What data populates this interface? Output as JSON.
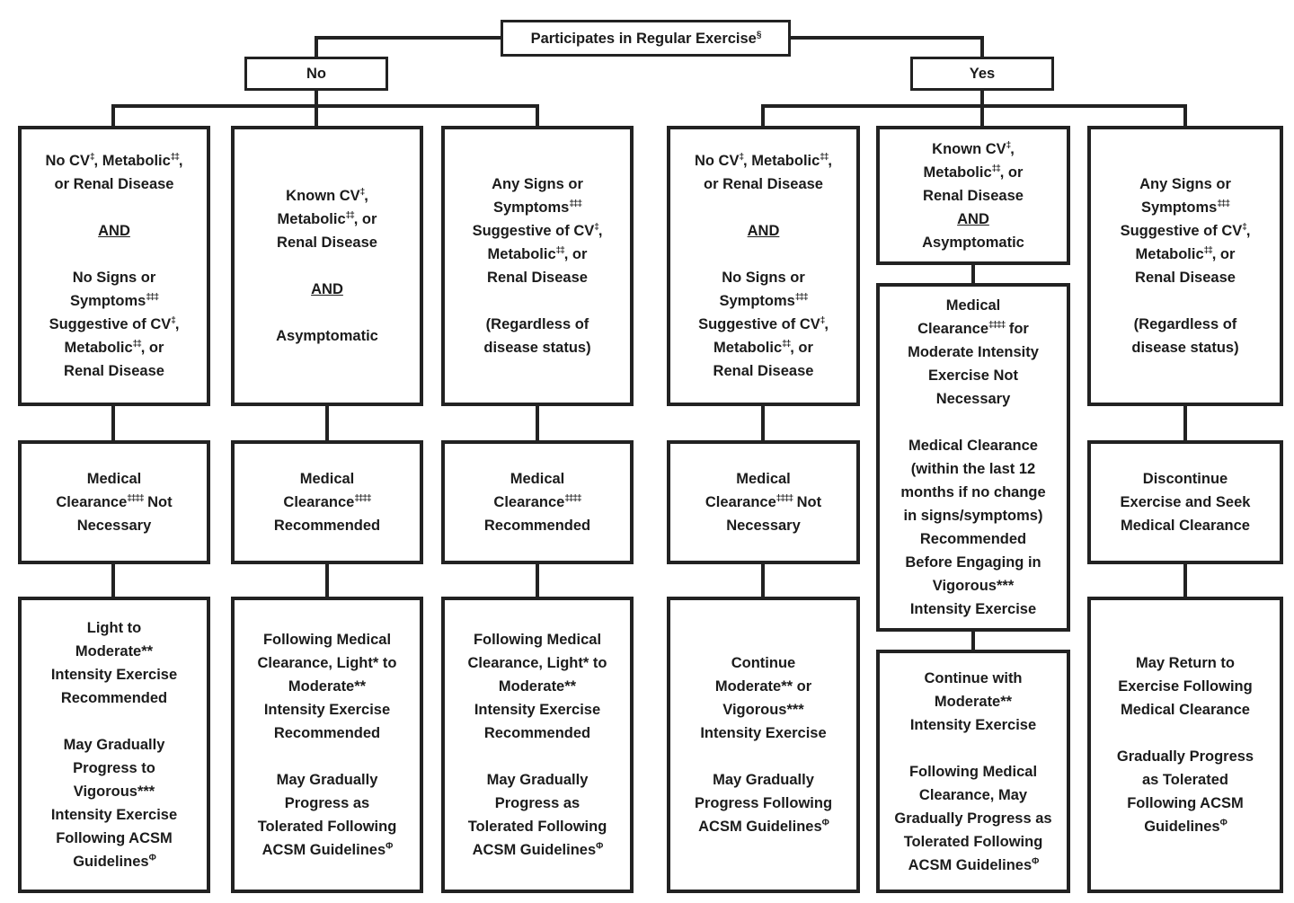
{
  "flowchart": {
    "title": "Participates in Regular Exercise^{§}",
    "no_label": "No",
    "yes_label": "Yes",
    "no_branch": {
      "col1": {
        "condition": "No CV^{‡}, Metabolic^{‡‡},\nor Renal Disease\n\n__AND__\n\nNo Signs or\nSymptoms^{‡‡‡}\nSuggestive of CV^{‡},\nMetabolic^{‡‡}, or\nRenal Disease",
        "clearance": "Medical\nClearance^{‡‡‡‡} Not\nNecessary",
        "recommendation": "Light to\nModerate**\nIntensity Exercise\nRecommended\n\nMay Gradually\nProgress to\nVigorous***\nIntensity Exercise\nFollowing ACSM\nGuidelines^{Φ}"
      },
      "col2": {
        "condition": "Known CV^{‡},\nMetabolic^{‡‡}, or\nRenal Disease\n\n__AND__\n\nAsymptomatic",
        "clearance": "Medical\nClearance^{‡‡‡‡}\nRecommended",
        "recommendation": "Following Medical\nClearance, Light* to\nModerate**\nIntensity Exercise\nRecommended\n\nMay Gradually\nProgress as\nTolerated Following\nACSM Guidelines^{Φ}"
      },
      "col3": {
        "condition": "Any Signs or\nSymptoms^{‡‡‡}\nSuggestive of CV^{‡},\nMetabolic^{‡‡}, or\nRenal Disease\n\n(Regardless of\ndisease status)",
        "clearance": "Medical\nClearance^{‡‡‡‡}\nRecommended",
        "recommendation": "Following Medical\nClearance, Light* to\nModerate**\nIntensity Exercise\nRecommended\n\nMay Gradually\nProgress as\nTolerated Following\nACSM Guidelines^{Φ}"
      }
    },
    "yes_branch": {
      "col1": {
        "condition": "No CV^{‡}, Metabolic^{‡‡},\nor Renal Disease\n\n__AND__\n\nNo Signs or\nSymptoms^{‡‡‡}\nSuggestive of CV^{‡},\nMetabolic^{‡‡}, or\nRenal Disease",
        "clearance": "Medical\nClearance^{‡‡‡‡} Not\nNecessary",
        "recommendation": "Continue\nModerate** or\nVigorous***\nIntensity Exercise\n\nMay Gradually\nProgress Following\nACSM Guidelines^{Φ}"
      },
      "col2": {
        "condition": "Known CV^{‡},\nMetabolic^{‡‡}, or\nRenal Disease\n__AND__\nAsymptomatic",
        "clearance": "Medical\nClearance^{‡‡‡‡} for\nModerate Intensity\nExercise Not\nNecessary\n\nMedical Clearance\n(within the last 12\nmonths if no change\nin signs/symptoms)\nRecommended\nBefore Engaging in\nVigorous***\nIntensity Exercise",
        "recommendation": "Continue with\nModerate**\nIntensity Exercise\n\nFollowing Medical\nClearance, May\nGradually Progress as\nTolerated Following\nACSM Guidelines^{Φ}"
      },
      "col3": {
        "condition": "Any Signs or\nSymptoms^{‡‡‡}\nSuggestive of CV^{‡},\nMetabolic^{‡‡}, or\nRenal Disease\n\n(Regardless of\ndisease status)",
        "clearance": "Discontinue\nExercise and Seek\nMedical Clearance",
        "recommendation": "May Return to\nExercise Following\nMedical Clearance\n\nGradually Progress\nas Tolerated\nFollowing ACSM\nGuidelines^{Φ}"
      }
    }
  }
}
